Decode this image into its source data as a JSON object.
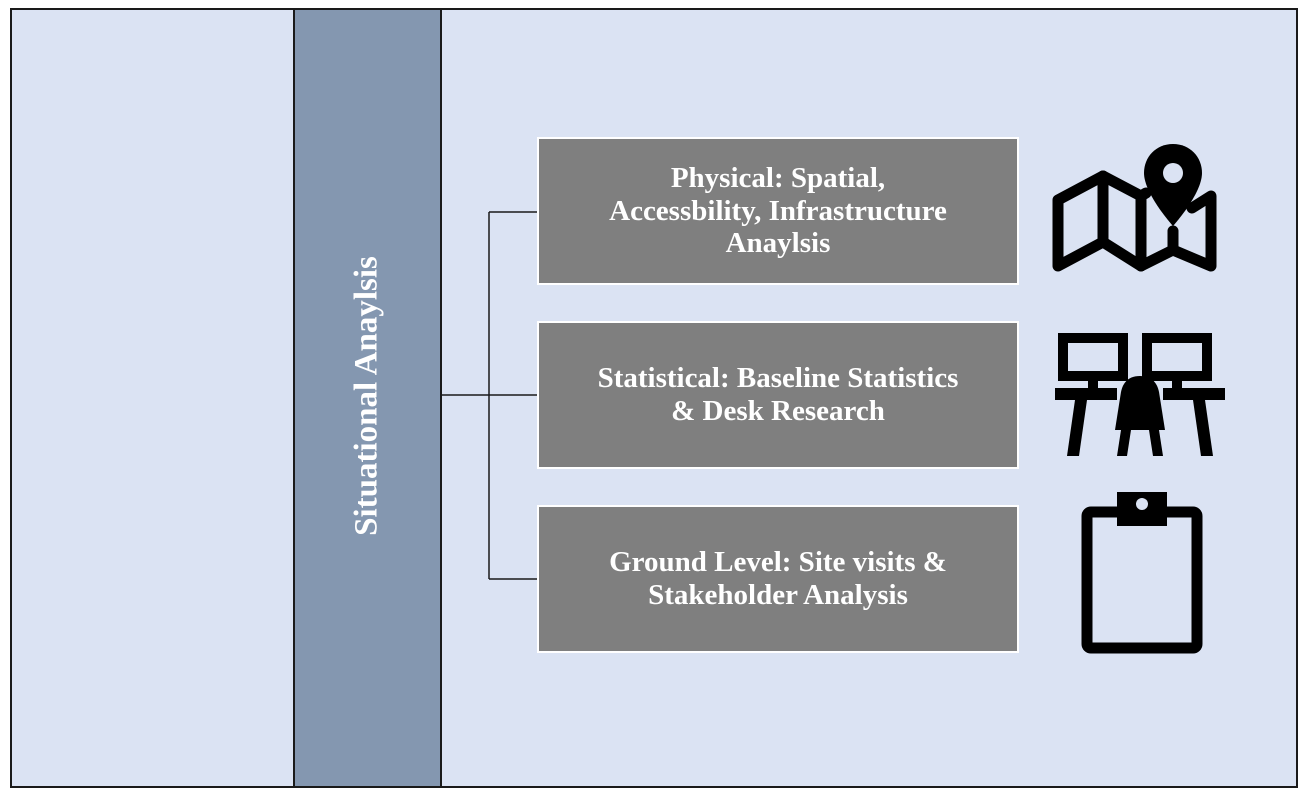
{
  "diagram": {
    "band_label": "Situational Anaylsis",
    "boxes": [
      {
        "label": "Physical: Spatial,\nAccessbility, Infrastructure\nAnaylsis",
        "icon": "map-pin-icon"
      },
      {
        "label": "Statistical: Baseline Statistics\n& Desk Research",
        "icon": "desk-workstations-icon"
      },
      {
        "label": "Ground Level: Site visits &\nStakeholder Analysis",
        "icon": "clipboard-icon"
      }
    ],
    "colors": {
      "background": "#dbe3f3",
      "band": "#8497b0",
      "box": "#7f7f7f",
      "text_light": "#ffffff",
      "line": "#1a1a1a"
    }
  }
}
